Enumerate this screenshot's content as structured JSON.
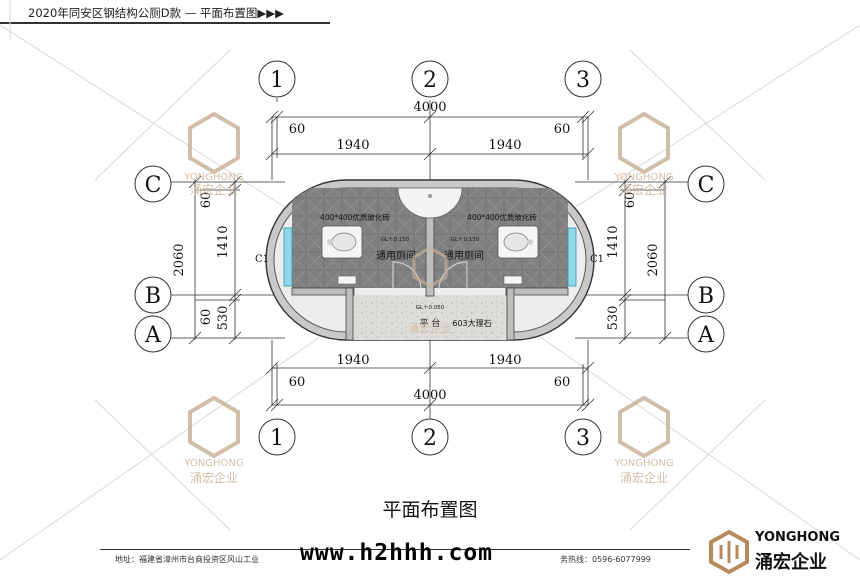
{
  "header": {
    "title": "2020年同安区钢结构公厕D款 — 平面布置图▶▶▶"
  },
  "grid": {
    "columns": [
      "1",
      "2",
      "3"
    ],
    "rows": [
      "C",
      "B",
      "A"
    ]
  },
  "dimensions": {
    "total_width": "4000",
    "half_width_left": "1940",
    "half_width_right": "1940",
    "edge_left": "60",
    "edge_right": "60",
    "total_height": "2060",
    "room_height": "1410",
    "lower_height": "530",
    "top_offset": "60",
    "bottom_offset": "60"
  },
  "labels": {
    "tile": "400*400优质玻化砖",
    "room": "通用厕间",
    "level_room": "GL＋0.150",
    "level_platform": "GL＋0.050",
    "platform": "平    台",
    "marble": "603大理石",
    "window": "C1"
  },
  "watermark": {
    "en": "YONGHONG",
    "cn": "涌宏企业"
  },
  "caption": "平面布置图",
  "footer": {
    "address": "地址：福建省漳州市台商投资区风山工业",
    "url": "www.h2hhh.com",
    "phone": "务热线：0596-6077999",
    "brand_en": "YONGHONG",
    "brand_cn": "涌宏企业"
  },
  "colors": {
    "line": "#3a3a3a",
    "wall_fill": "#c9c9c9",
    "floor_tile": "#7c7c7c",
    "marble": "#d9d9d6",
    "glass": "#8fd9e8",
    "watermark": "#c9b39a",
    "faint": "#d9d9d9"
  }
}
